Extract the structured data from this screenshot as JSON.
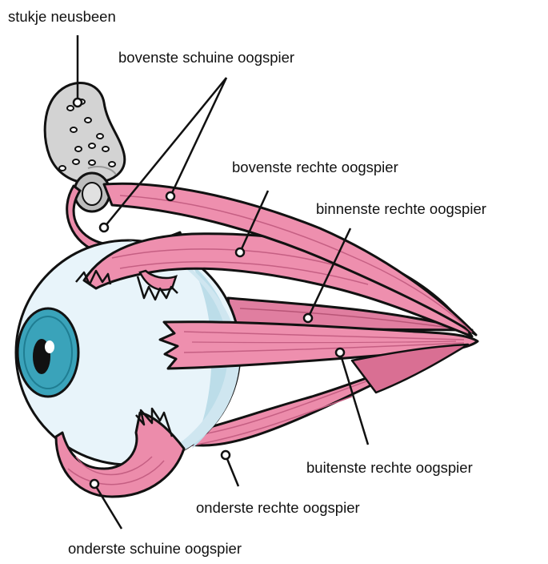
{
  "labels": {
    "nasal_bone": "stukje neusbeen",
    "superior_oblique": "bovenste schuine oogspier",
    "superior_rectus": "bovenste rechte oogspier",
    "medial_rectus": "binnenste rechte oogspier",
    "lateral_rectus": "buitenste rechte oogspier",
    "inferior_rectus": "onderste rechte oogspier",
    "inferior_oblique": "onderste schuine oogspier"
  },
  "colors": {
    "muscle": "#ee8fae",
    "muscle_dark": "#d96f93",
    "muscle_shadow": "#c85c80",
    "muscle_light": "#f6b9cd",
    "sclera": "#e8f4fa",
    "sclera_shade": "#bcdde9",
    "iris": "#3aa3ba",
    "iris_dark": "#1f7d92",
    "bone": "#d3d3d3",
    "line": "#111111"
  }
}
